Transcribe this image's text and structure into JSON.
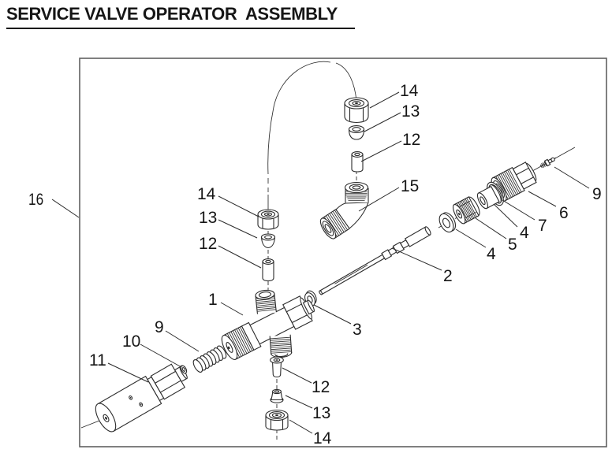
{
  "title": "SERVICE VALVE OPERATOR  ASSEMBLY",
  "colors": {
    "background": "#ffffff",
    "line": "#2b2b2b",
    "frame": "#606060",
    "text": "#161616"
  },
  "diagram": {
    "callouts": {
      "n16": "16",
      "n14_top": "14",
      "n13_top": "13",
      "n12_top": "12",
      "n15": "15",
      "n9_right": "9",
      "n6": "6",
      "n7": "7",
      "n4_upper": "4",
      "n5": "5",
      "n4_lower": "4",
      "n2": "2",
      "n3": "3",
      "n14_left": "14",
      "n13_left": "13",
      "n12_left": "12",
      "n1": "1",
      "n9_left": "9",
      "n10": "10",
      "n11": "11",
      "n12_bottom": "12",
      "n13_bottom": "13",
      "n14_bottom": "14"
    }
  }
}
